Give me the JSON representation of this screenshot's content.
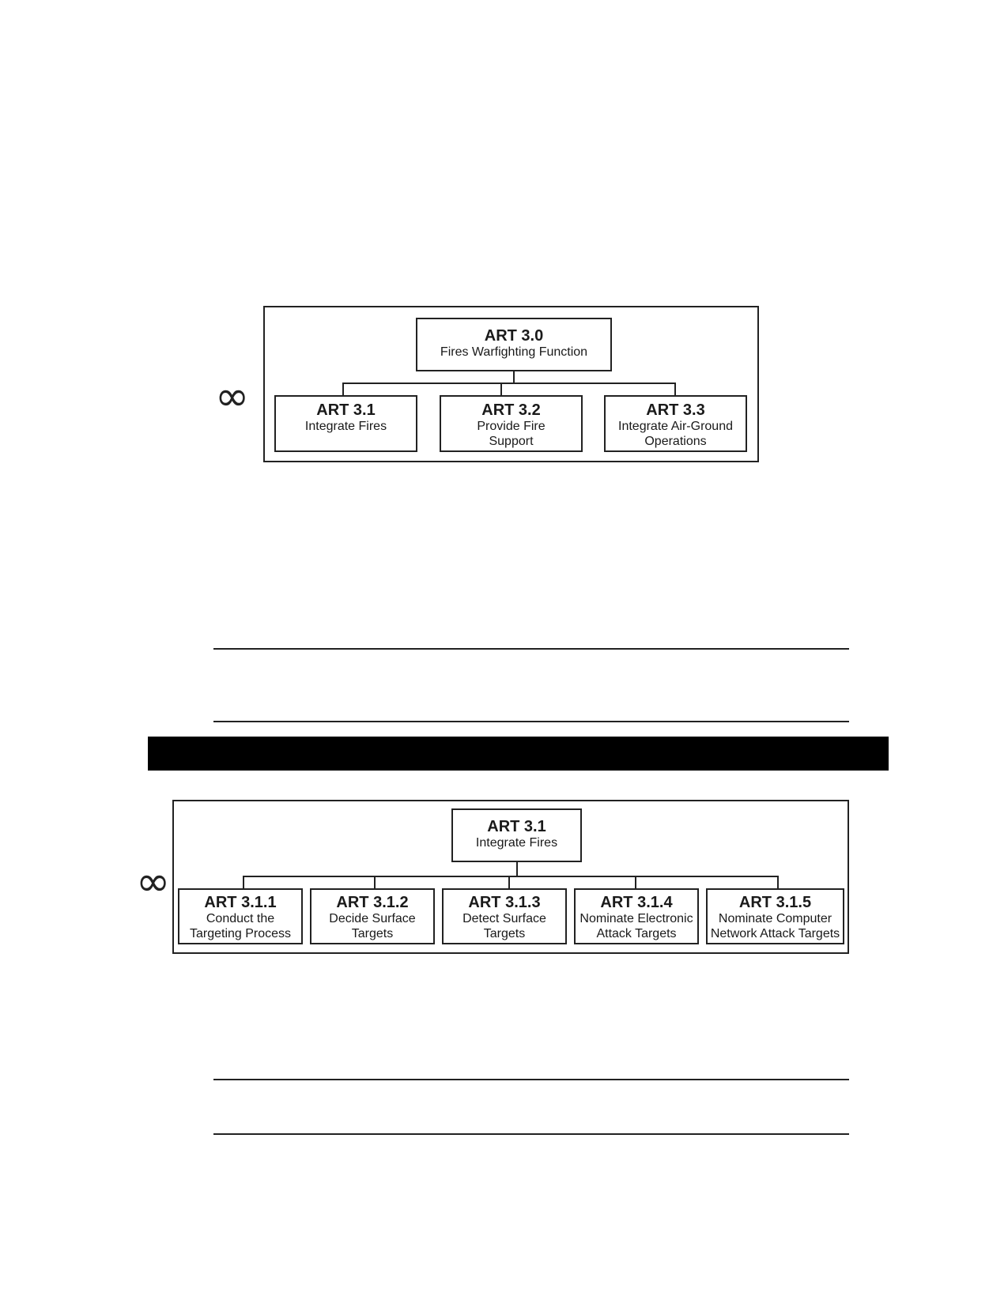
{
  "diagram1": {
    "symbol": "∞",
    "root": {
      "code": "ART 3.0",
      "label": "Fires Warfighting Function"
    },
    "children": [
      {
        "code": "ART 3.1",
        "label": "Integrate Fires"
      },
      {
        "code": "ART 3.2",
        "label": "Provide Fire\nSupport"
      },
      {
        "code": "ART 3.3",
        "label": "Integrate Air-Ground\nOperations"
      }
    ]
  },
  "diagram2": {
    "symbol": "∞",
    "root": {
      "code": "ART 3.1",
      "label": "Integrate Fires"
    },
    "children": [
      {
        "code": "ART 3.1.1",
        "label": "Conduct the\nTargeting Process"
      },
      {
        "code": "ART 3.1.2",
        "label": "Decide Surface\nTargets"
      },
      {
        "code": "ART 3.1.3",
        "label": "Detect Surface\nTargets"
      },
      {
        "code": "ART 3.1.4",
        "label": "Nominate Electronic\nAttack Targets"
      },
      {
        "code": "ART 3.1.5",
        "label": "Nominate Computer\nNetwork Attack Targets"
      }
    ]
  }
}
